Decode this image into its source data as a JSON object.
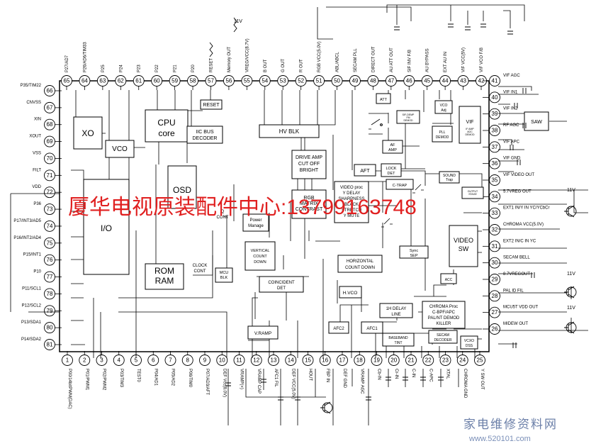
{
  "watermark": {
    "text": "厦华电视原装配件中心:13799163748",
    "color": "#e02020"
  },
  "footer": {
    "site_name": "家电维修资料网",
    "url": "www.520101.com"
  },
  "supply_labels": [
    "11V",
    "11V",
    "11V",
    "11V"
  ],
  "pins_bottom": [
    {
      "n": "1",
      "label": "P00/14bitPWM(DAC)"
    },
    {
      "n": "2",
      "label": "P01/PWM1"
    },
    {
      "n": "3",
      "label": "P02/PWM2"
    },
    {
      "n": "4",
      "label": "P03/TIM3"
    },
    {
      "n": "5",
      "label": "TEST0"
    },
    {
      "n": "6",
      "label": "P04/AD1"
    },
    {
      "n": "7",
      "label": "P05/AD2"
    },
    {
      "n": "8",
      "label": "P06/TIM0"
    },
    {
      "n": "9",
      "label": "P07/AD3/AFT"
    },
    {
      "n": "10",
      "label": "DEF Vcc(8.0V)"
    },
    {
      "n": "11",
      "label": "VRAMP(+)"
    },
    {
      "n": "12",
      "label": "VRAMP CAP"
    },
    {
      "n": "13",
      "label": "AFC1 FIL"
    },
    {
      "n": "14",
      "label": "DEF VCC(5.0V)"
    },
    {
      "n": "15",
      "label": "HOUT"
    },
    {
      "n": "16",
      "label": "FBP IN"
    },
    {
      "n": "17",
      "label": "DEF GND"
    },
    {
      "n": "18",
      "label": "VRAMP AGC"
    },
    {
      "n": "19",
      "label": "Cb-IN"
    },
    {
      "n": "20",
      "label": "Cr-IN"
    },
    {
      "n": "21",
      "label": "C-IN"
    },
    {
      "n": "22",
      "label": "C-APC"
    },
    {
      "n": "23",
      "label": "XTAL"
    },
    {
      "n": "24",
      "label": "CHROMA GND"
    },
    {
      "n": "25",
      "label": "Y SW OUT"
    }
  ],
  "pins_right": [
    {
      "n": "26",
      "label": "MIDEW OUT"
    },
    {
      "n": "27",
      "label": "MCU5T VDD OUT"
    },
    {
      "n": "28",
      "label": "PAL ID FIL"
    },
    {
      "n": "29",
      "label": "8.7VREGOUT"
    },
    {
      "n": "30",
      "label": "SECAM BELL"
    },
    {
      "n": "31",
      "label": "EXT2 IN/C IN YC"
    },
    {
      "n": "32",
      "label": "CHROMA VCC(5.0V)"
    },
    {
      "n": "33",
      "label": "EXT1 IN/Y IN YC/YCbCr"
    },
    {
      "n": "34",
      "label": "5.7VREG OUT"
    },
    {
      "n": "35",
      "label": "VIF VIDEO OUT"
    },
    {
      "n": "36",
      "label": "VIF GND"
    },
    {
      "n": "37",
      "label": "VIF APC"
    },
    {
      "n": "38",
      "label": "RF AGC"
    },
    {
      "n": "39",
      "label": "VIF IN2"
    },
    {
      "n": "40",
      "label": "VIF IN1"
    },
    {
      "n": "41",
      "label": "VIF AGC"
    }
  ],
  "pins_top": [
    {
      "n": "42",
      "label": "VIF VCO F/B"
    },
    {
      "n": "43",
      "label": "VIF VCC(5V)"
    },
    {
      "n": "44",
      "label": "EXT AU IN"
    },
    {
      "n": "45",
      "label": "AU BYPASS"
    },
    {
      "n": "46",
      "label": "SIF INV F/B"
    },
    {
      "n": "47",
      "label": "AU ATT OUT"
    },
    {
      "n": "48",
      "label": "DIRECT OUT"
    },
    {
      "n": "49",
      "label": "SECAM PLL"
    },
    {
      "n": "50",
      "label": "ABL/ABCL"
    },
    {
      "n": "51",
      "label": "RGB VCC(5.0V)"
    },
    {
      "n": "52",
      "label": "R OUT"
    },
    {
      "n": "53",
      "label": "G OUT"
    },
    {
      "n": "54",
      "label": "B OUT"
    },
    {
      "n": "55",
      "label": "VREG/VCC(8.7V)"
    },
    {
      "n": "56",
      "label": "Memory OUT"
    },
    {
      "n": "57",
      "label": "RESET"
    },
    {
      "n": "58",
      "label": "P20"
    },
    {
      "n": "59",
      "label": "P21"
    },
    {
      "n": "60",
      "label": "P22"
    },
    {
      "n": "61",
      "label": "P23"
    },
    {
      "n": "62",
      "label": "P24"
    },
    {
      "n": "63",
      "label": "P25"
    },
    {
      "n": "64",
      "label": "P26/AD6/TIM33"
    },
    {
      "n": "65",
      "label": "P27/AD7"
    }
  ],
  "pins_left": [
    {
      "n": "66",
      "label": "P35/TIM22"
    },
    {
      "n": "67",
      "label": "CNVSS"
    },
    {
      "n": "68",
      "label": "XIN"
    },
    {
      "n": "69",
      "label": "XOUT"
    },
    {
      "n": "70",
      "label": "VSS"
    },
    {
      "n": "71",
      "label": "FILT"
    },
    {
      "n": "72",
      "label": "VDD"
    },
    {
      "n": "73",
      "label": "P36"
    },
    {
      "n": "74",
      "label": "P17/INT3/AD5"
    },
    {
      "n": "75",
      "label": "P16/INT2/AD4"
    },
    {
      "n": "76",
      "label": "P15/INT1"
    },
    {
      "n": "77",
      "label": "P10"
    },
    {
      "n": "78",
      "label": "P11/SCL1"
    },
    {
      "n": "79",
      "label": "P12/SCL2"
    },
    {
      "n": "80",
      "label": "P13/SDA1"
    },
    {
      "n": "81",
      "label": "P14/SDA2"
    }
  ],
  "blocks": {
    "cpu": [
      "CPU",
      "core"
    ],
    "xo": "XO",
    "vco": "VCO",
    "io": "I/O",
    "osd": "OSD",
    "rom_ram": [
      "ROM",
      "RAM"
    ],
    "iic": [
      "IIC BUS",
      "DECODER"
    ],
    "reset": "RESET",
    "hv_blk": "HV BLK",
    "drive_amp": [
      "DRIVE AMP",
      "CUT OFF",
      "BRIGHT"
    ],
    "rgb_matrix": [
      "RGB",
      "MATRIX",
      "CONTRAST"
    ],
    "video_proc": [
      "VIDEO proc",
      "Y DELAY",
      "SHARPNESS",
      "BLACK",
      "STRETCH",
      "Y MUTE"
    ],
    "power_manage": [
      "Power",
      "Manage"
    ],
    "vert_count": [
      "VERTICAL",
      "COUNT",
      "DOWN"
    ],
    "horiz_count": [
      "HORIZONTAL",
      "COUNT DOWN"
    ],
    "coincident": [
      "COINCIDENT",
      "DET"
    ],
    "hvco": "H.VCO",
    "mcu_blk": [
      "MCU",
      "BLK"
    ],
    "vramp": "V.RAMP",
    "afc2": "AFC2",
    "afc1": "AFC1",
    "th_delay": [
      "1H DELAY",
      "LINE"
    ],
    "chroma_proc": [
      "CHROMA Proc",
      "C-BPF/APC",
      "PAL/NT DEMOD",
      "KILLER"
    ],
    "baseband": [
      "BASEBAND",
      "TINT"
    ],
    "secam_dec": [
      "SECAM",
      "DECODER"
    ],
    "vcxo": [
      "VCXO",
      "DSS"
    ],
    "video_sw": [
      "VIDEO",
      "SW"
    ],
    "acc": "ACC",
    "sync_sep": [
      "Sync",
      "SEP"
    ],
    "c_trap": "C-TRAP",
    "aft": "AFT",
    "lock_det": [
      "LOCK",
      "DET"
    ],
    "att": "ATT",
    "af_amp": [
      "AF",
      "AMP"
    ],
    "sif_box": [
      "SIF-DEMP",
      "FM",
      "DEMOD"
    ],
    "pll_demod": [
      "PLL",
      "DEMOD"
    ],
    "vco_adj": [
      "VCO",
      "Adj"
    ],
    "vif": "VIF",
    "vif_sub": [
      "IF AMP",
      "AGC",
      "DEMOD"
    ],
    "saw": "SAW",
    "sound_trap": [
      "SOUND",
      "Trap"
    ],
    "output_stage": [
      "OUTPUT",
      "STAGE"
    ],
    "q_cont": [
      "Q",
      "CONT"
    ],
    "clock_cont": [
      "CLOCK",
      "CONT"
    ]
  }
}
